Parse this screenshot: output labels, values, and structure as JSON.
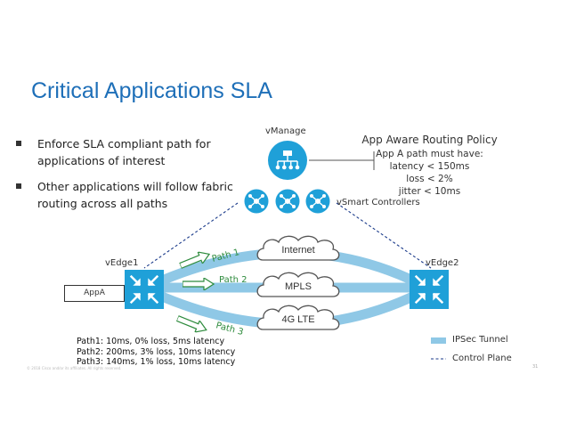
{
  "title": "Critical Applications SLA",
  "bullets": [
    "Enforce SLA compliant path for applications of interest",
    "Other applications will follow fabric routing across all paths"
  ],
  "vmanage_label": "vManage",
  "vsmart_label": "vSmart Controllers",
  "policy": {
    "heading": "App Aware Routing Policy",
    "lines": [
      "App A path must have:",
      "latency < 150ms",
      "loss < 2%",
      "jitter < 10ms"
    ]
  },
  "vedge1_label": "vEdge1",
  "vedge2_label": "vEdge2",
  "appa_label": "AppA",
  "clouds": [
    "Internet",
    "MPLS",
    "4G LTE"
  ],
  "path_labels": [
    "Path 1",
    "Path 2",
    "Path 3"
  ],
  "path_stats": [
    "Path1: 10ms, 0% loss, 5ms latency",
    "Path2: 200ms, 3% loss, 10ms latency",
    "Path3: 140ms, 1% loss, 10ms latency"
  ],
  "legend": {
    "tunnel": "IPSec Tunnel",
    "control": "Control Plane"
  },
  "footer": "© 2018 Cisco and/or its affiliates. All rights reserved.",
  "page_number": "31",
  "colors": {
    "title": "#1e6fb8",
    "tunnel": "#8fc8e6",
    "router": "#1fa0d8",
    "path_text": "#2e8b3d",
    "control": "#1a3a8a"
  },
  "icons": [
    "vmanage-icon",
    "vsmart-icon",
    "router-icon",
    "cloud-icon",
    "arrow-icon"
  ]
}
